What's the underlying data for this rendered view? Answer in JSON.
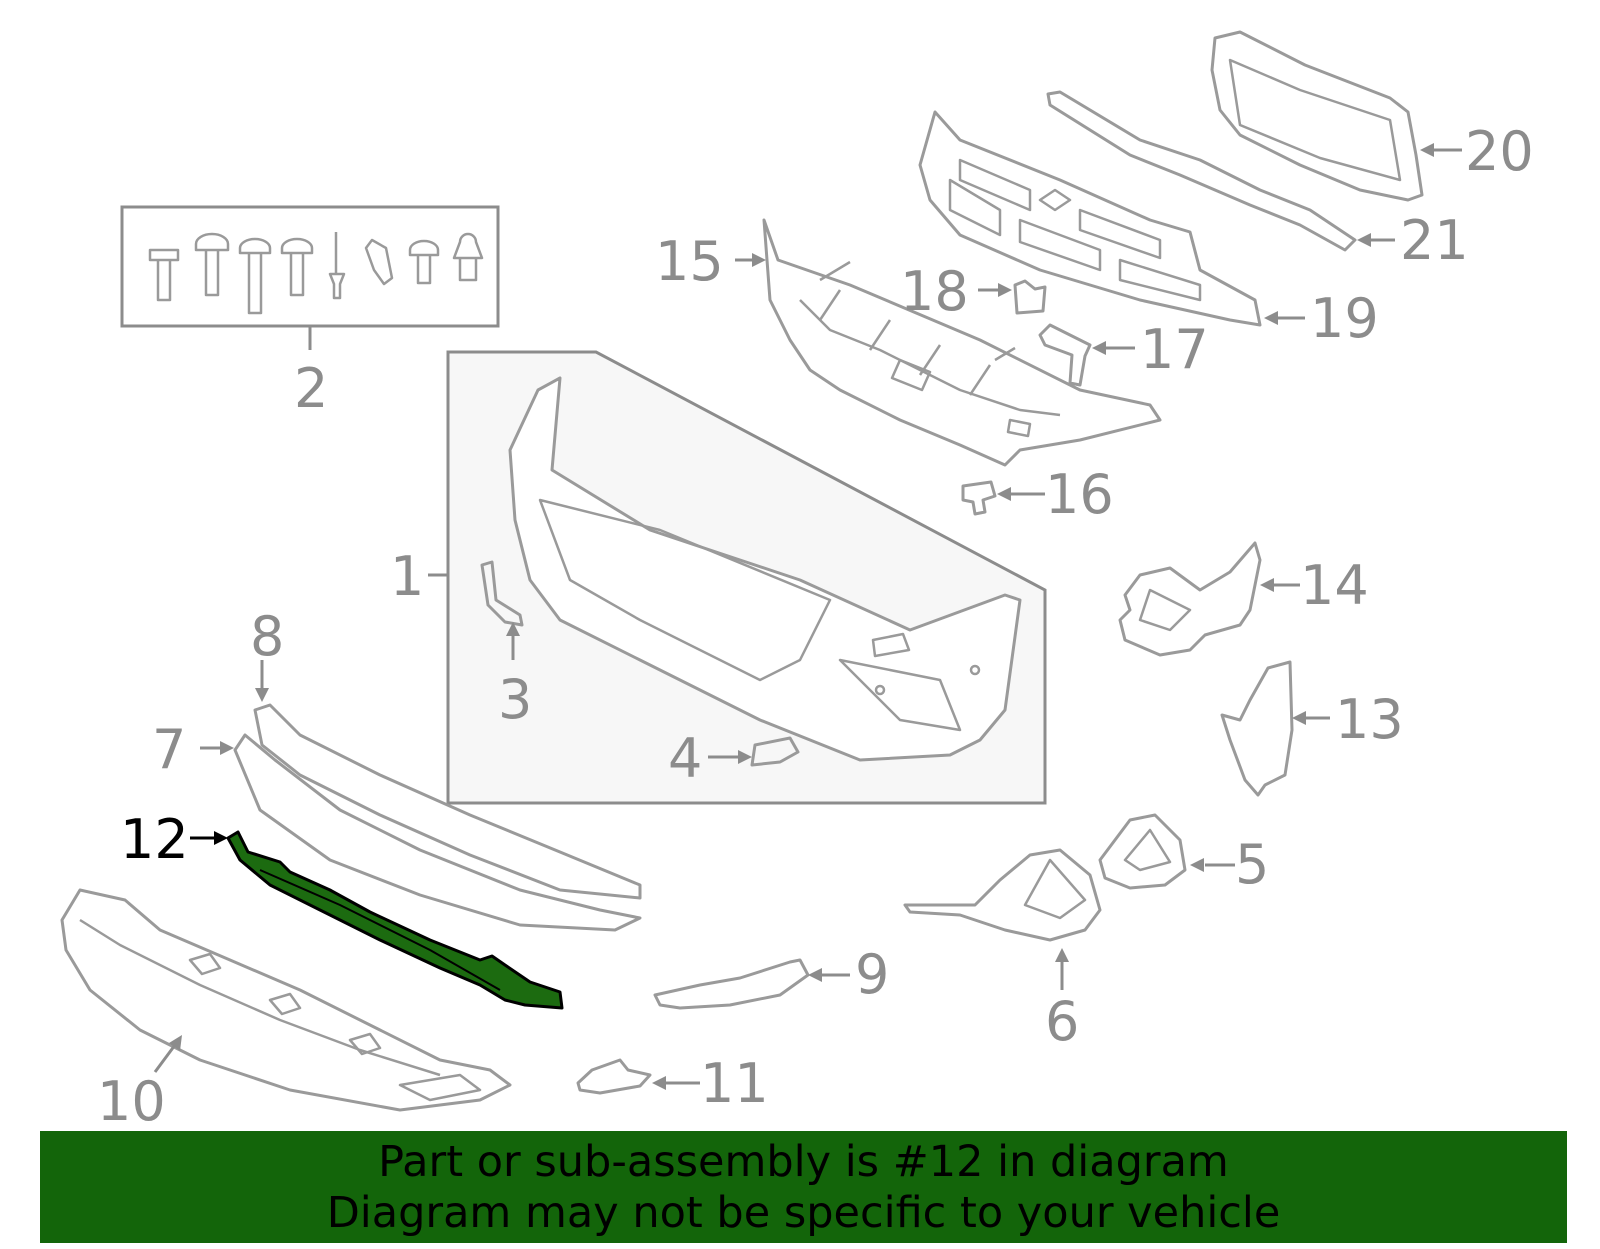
{
  "diagram": {
    "highlighted_part": "12",
    "callout_labels": [
      "1",
      "2",
      "3",
      "4",
      "5",
      "6",
      "7",
      "8",
      "9",
      "10",
      "11",
      "12",
      "13",
      "14",
      "15",
      "16",
      "17",
      "18",
      "19",
      "20",
      "21"
    ]
  },
  "banner": {
    "line1": "Part or sub-assembly is #12 in diagram",
    "line2": "Diagram may not be specific to your vehicle",
    "background_color": "#13650a",
    "text_color": "#000000"
  },
  "colors": {
    "highlight_part": "#1c6b10",
    "line_art": "#9a9a9a",
    "callout": "#8c8c8c"
  }
}
